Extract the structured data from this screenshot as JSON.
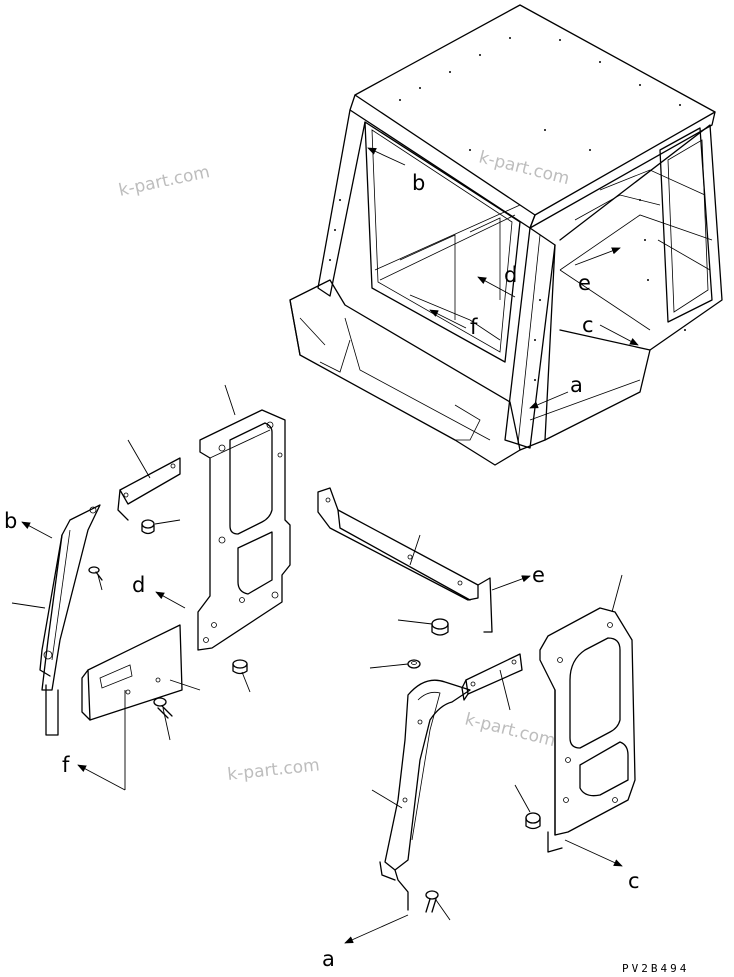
{
  "watermark": {
    "text": "k-part.com"
  },
  "callouts": {
    "a": "a",
    "b": "b",
    "c": "c",
    "d": "d",
    "e": "e",
    "f": "f"
  },
  "drawing_code": "PV2B494"
}
